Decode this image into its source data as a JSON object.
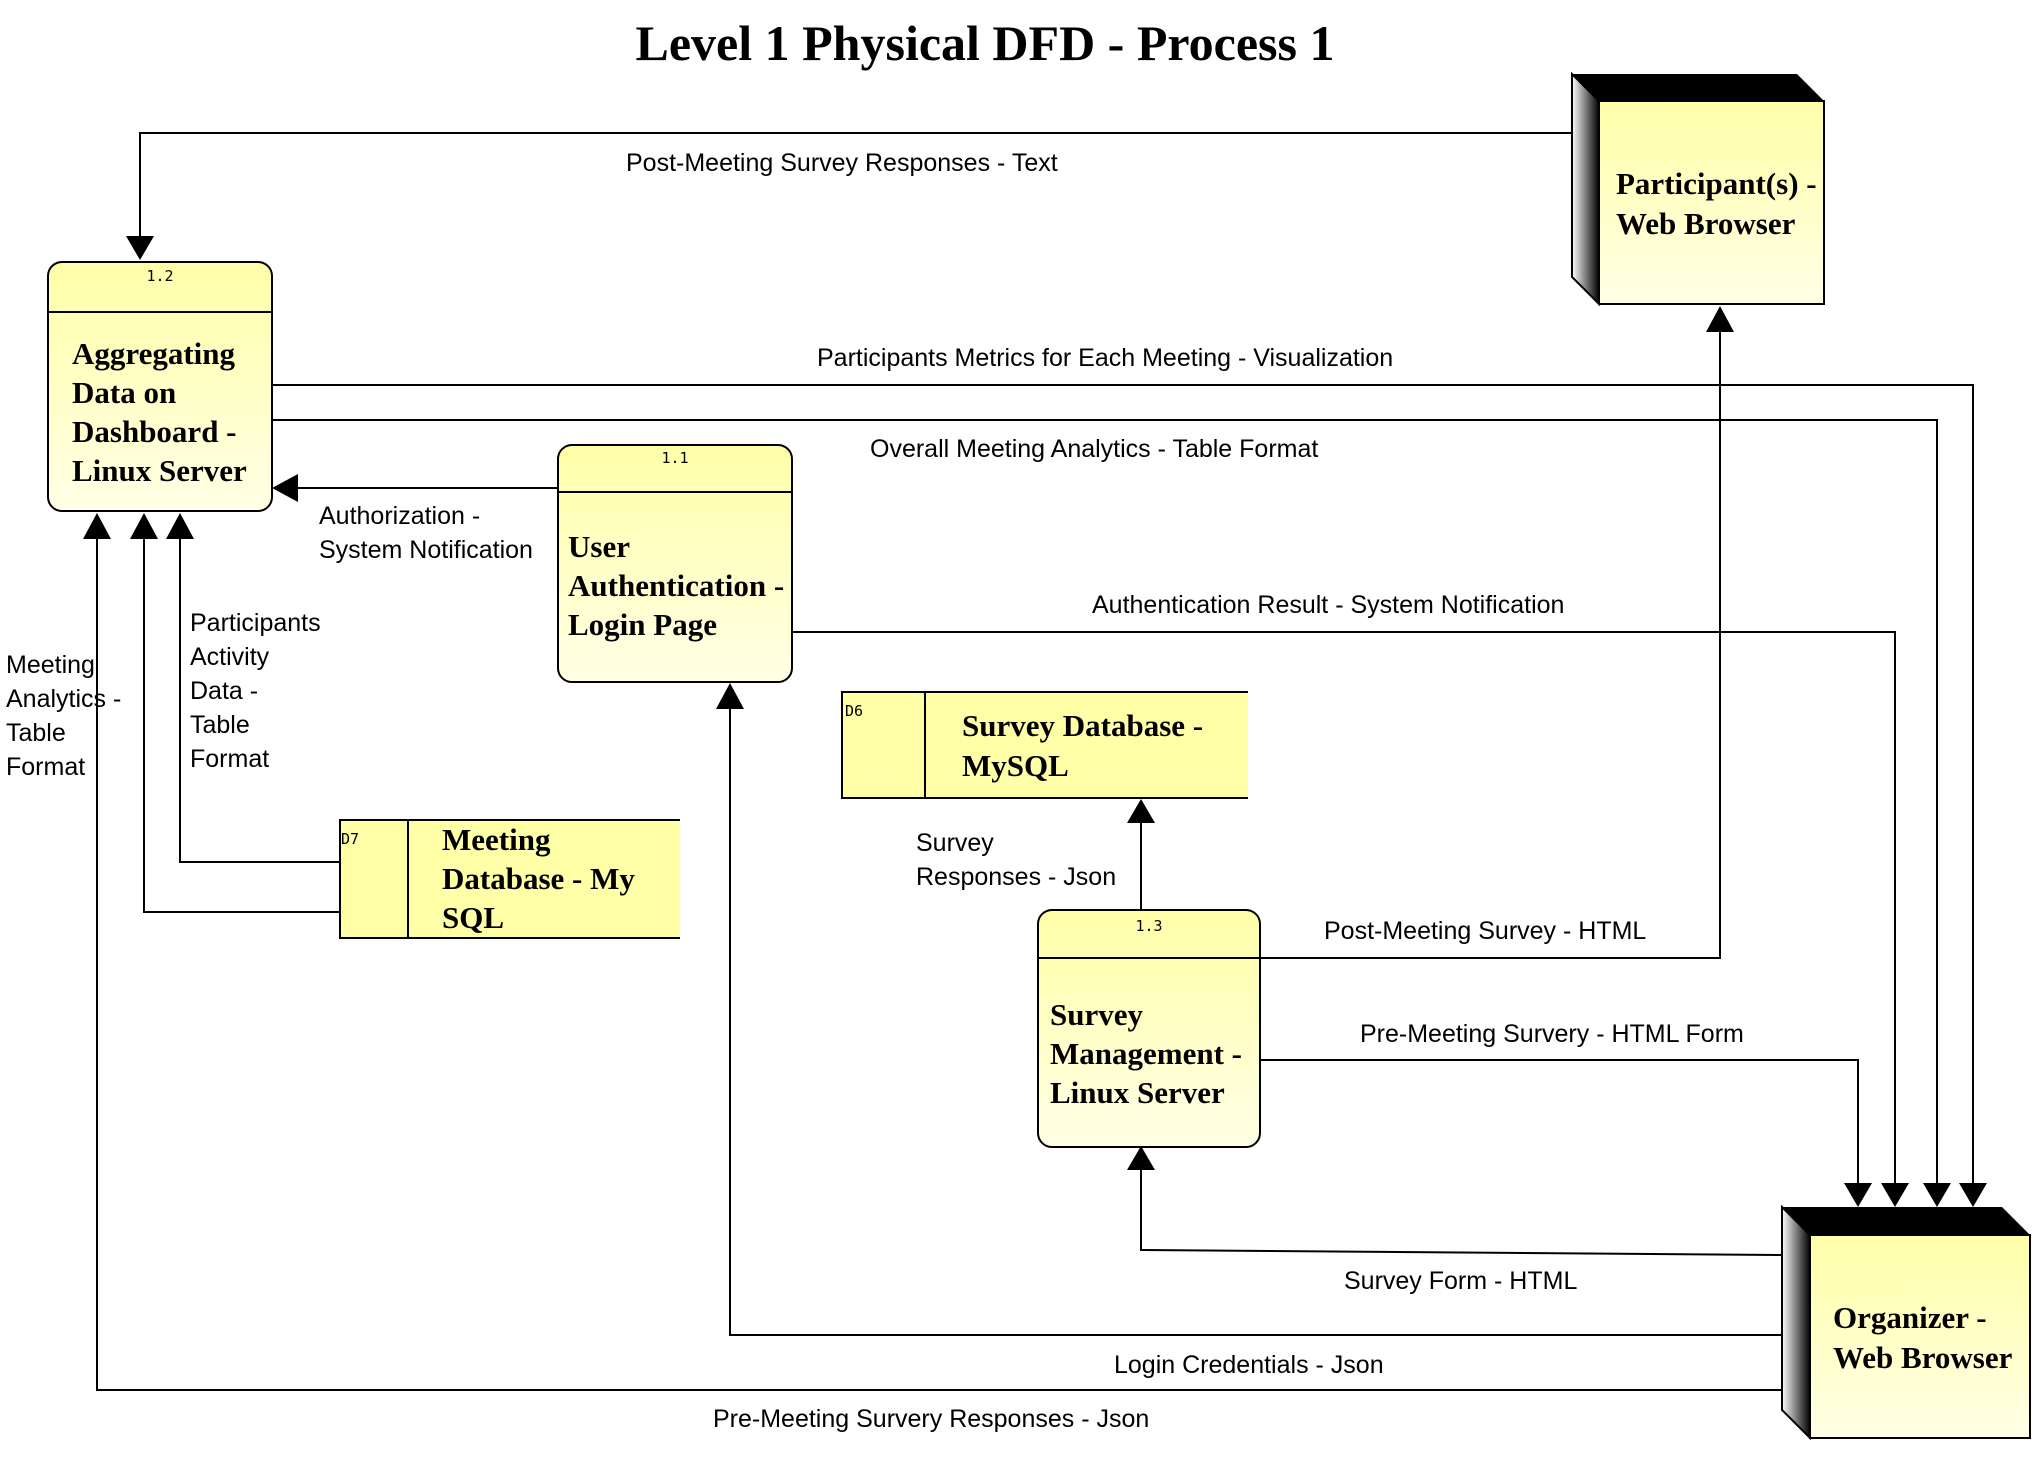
{
  "title": "Level 1 Physical DFD - Process 1",
  "colors": {
    "fill": "#ffffa8",
    "fill_light": "#ffffe6",
    "stroke": "#000000",
    "shadow": "#000000"
  },
  "processes": {
    "p11": {
      "id": "1.1",
      "lines": [
        "User",
        "Authentication -",
        "Login Page"
      ]
    },
    "p12": {
      "id": "1.2",
      "lines": [
        "Aggregating",
        "Data on",
        "Dashboard -",
        "Linux Server"
      ]
    },
    "p13": {
      "id": "1.3",
      "lines": [
        "Survey",
        "Management -",
        "Linux Server"
      ]
    }
  },
  "externals": {
    "participant": {
      "lines": [
        "Participant(s) -",
        "Web Browser"
      ]
    },
    "organizer": {
      "lines": [
        "Organizer -",
        "Web Browser"
      ]
    }
  },
  "stores": {
    "d6": {
      "id": "D6",
      "lines": [
        "Survey Database -",
        "MySQL"
      ]
    },
    "d7": {
      "id": "D7",
      "lines": [
        "Meeting",
        "Database - My",
        "SQL"
      ]
    }
  },
  "flows": {
    "post_meeting_responses": [
      "Post-Meeting Survey Responses - Text"
    ],
    "participants_metrics": [
      "Participants Metrics for Each Meeting - Visualization"
    ],
    "overall_analytics": [
      "Overall Meeting Analytics - Table Format"
    ],
    "authorization": [
      "Authorization -",
      "System Notification"
    ],
    "auth_result": [
      "Authentication Result - System Notification"
    ],
    "participants_activity": [
      "Participants",
      "Activity",
      "Data -",
      "Table",
      "Format"
    ],
    "meeting_analytics": [
      "Meeting",
      "Analytics -",
      "Table",
      "Format"
    ],
    "survey_responses_json": [
      "Survey",
      "Responses - Json"
    ],
    "post_meeting_survey": [
      "Post-Meeting Survey - HTML"
    ],
    "pre_meeting_survey": [
      "Pre-Meeting Survery - HTML Form"
    ],
    "survey_form": [
      "Survey Form - HTML"
    ],
    "login_credentials": [
      "Login Credentials - Json"
    ],
    "pre_meeting_responses": [
      "Pre-Meeting Survery Responses - Json"
    ]
  }
}
